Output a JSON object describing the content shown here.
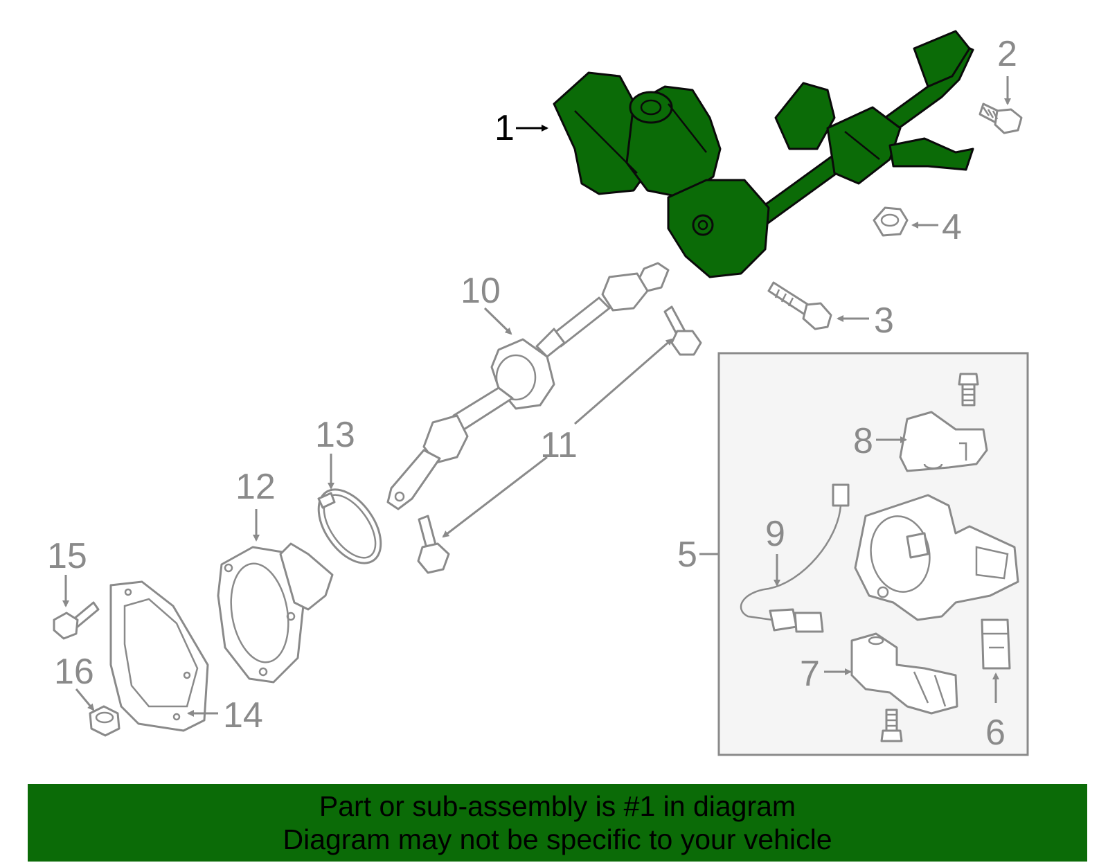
{
  "callouts": {
    "c1": "1",
    "c2": "2",
    "c3": "3",
    "c4": "4",
    "c5": "5",
    "c6": "6",
    "c7": "7",
    "c8": "8",
    "c9": "9",
    "c10": "10",
    "c11": "11",
    "c12": "12",
    "c13": "13",
    "c14": "14",
    "c15": "15",
    "c16": "16"
  },
  "banner": {
    "line1": "Part or sub-assembly is #1 in diagram",
    "line2": "Diagram may not be specific to your vehicle"
  },
  "colors": {
    "highlight": "#0b6b07",
    "lines": "#8a8a8a",
    "banner": "#0b6b07"
  }
}
